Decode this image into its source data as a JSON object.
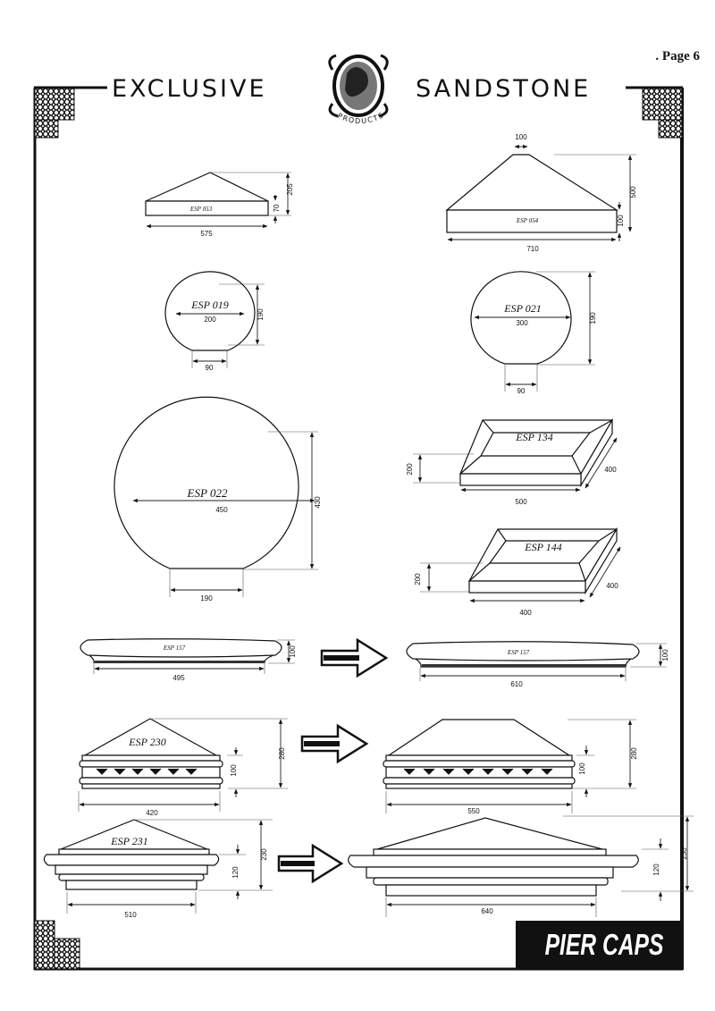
{
  "page_label": ". Page 6",
  "brand": {
    "left": "EXCLUSIVE",
    "right": "SANDSTONE",
    "sub": "PRODUCTS"
  },
  "section_title": "PIER CAPS",
  "products": {
    "esp053": {
      "code": "ESP 053",
      "width": "575",
      "height": "205",
      "base": "70"
    },
    "esp054": {
      "code": "ESP 054",
      "top": "100",
      "width": "710",
      "height": "500",
      "base": "100"
    },
    "esp019": {
      "code": "ESP 019",
      "diameter": "200",
      "height": "190",
      "neck": "90"
    },
    "esp021": {
      "code": "ESP 021",
      "diameter": "300",
      "height": "190",
      "neck": "90"
    },
    "esp022": {
      "code": "ESP 022",
      "diameter": "450",
      "height": "430",
      "neck": "190"
    },
    "esp134": {
      "code": "ESP 134",
      "height": "200",
      "width": "500",
      "depth": "400"
    },
    "esp144": {
      "code": "ESP 144",
      "height": "200",
      "width": "400",
      "depth": "400"
    },
    "esp157a": {
      "code": "ESP 157",
      "width": "495",
      "height": "100"
    },
    "esp157b": {
      "code": "ESP 157",
      "width": "610",
      "height": "100"
    },
    "esp230a": {
      "code": "ESP 230",
      "width": "420",
      "height": "280",
      "band": "100"
    },
    "esp230b": {
      "width": "550",
      "height": "280",
      "band": "100"
    },
    "esp231a": {
      "code": "ESP 231",
      "width": "510",
      "height": "230",
      "band": "120"
    },
    "esp231b": {
      "width": "640",
      "height": "230",
      "band": "120"
    }
  }
}
